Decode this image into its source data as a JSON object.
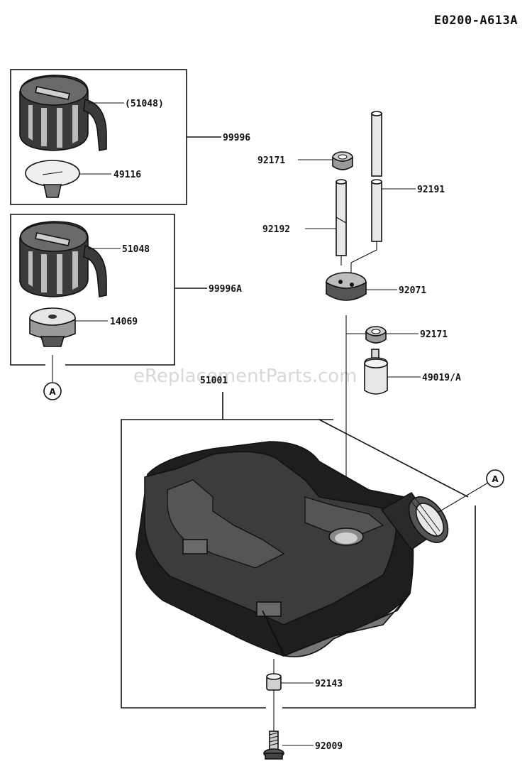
{
  "diagram_code": "E0200-A613A",
  "watermark": "eReplacementParts.com",
  "callout_letter": "A",
  "parts": {
    "cap_upper_inner": "(51048)",
    "cap_upper_assy": "99996",
    "filter_disc": "49116",
    "cap_lower": "51048",
    "cap_lower_assy": "99996A",
    "cap_gasket": "14069",
    "washer_top": "92171",
    "tube_long": "92191",
    "tube_short": "92192",
    "grommet": "92071",
    "washer_mid": "92171",
    "fuel_filter": "49019/A",
    "tank": "51001",
    "collar": "92143",
    "bolt": "92009"
  }
}
